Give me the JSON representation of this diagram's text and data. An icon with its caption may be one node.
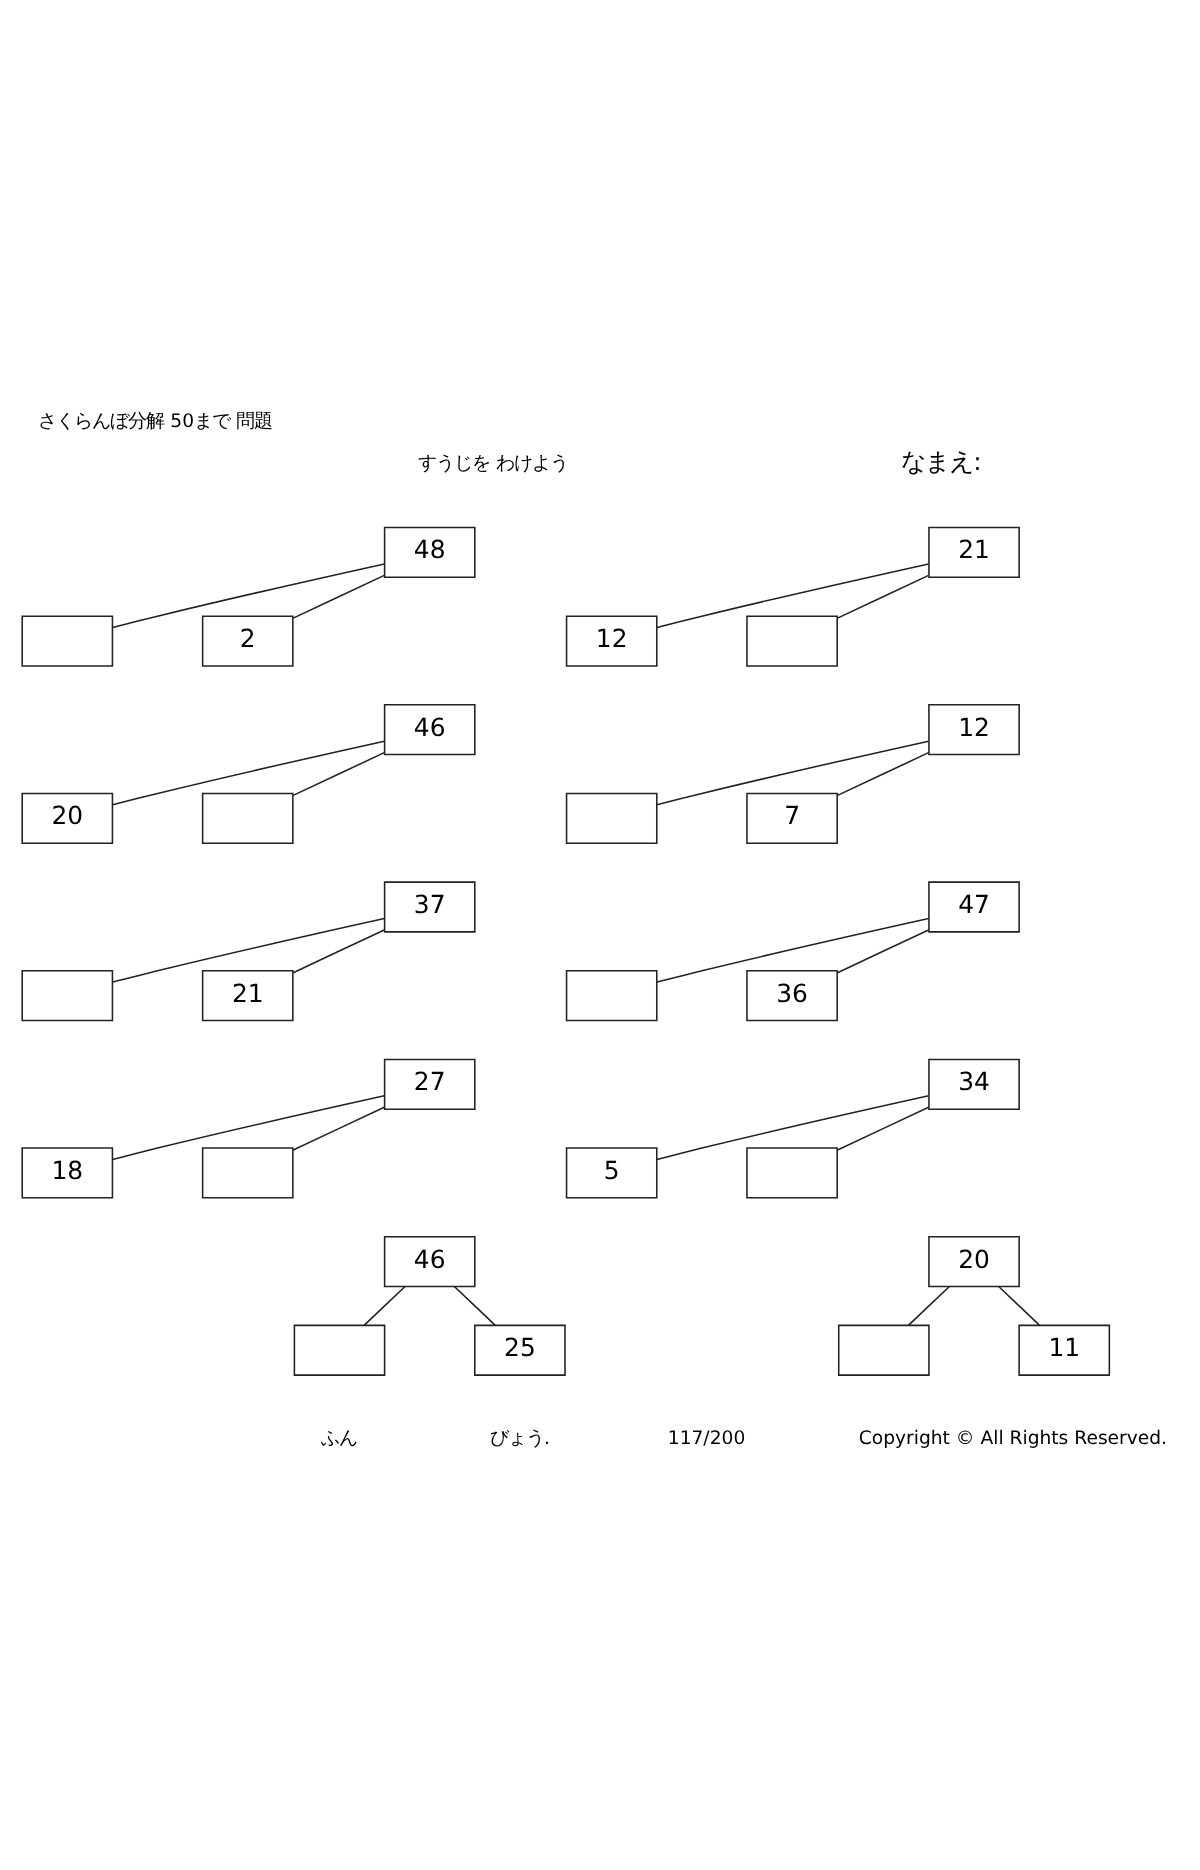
{
  "diagram": {
    "title": "さくらんぼ分解 50まで 問題",
    "nodes": [
      {
        "text": [
          "48"
        ]
      },
      {
        "text": [],
        "shape": "box"
      },
      {
        "text": [
          "2"
        ]
      },
      {
        "text": [
          "21"
        ]
      },
      {
        "text": [
          "12"
        ]
      },
      {
        "text": [],
        "shape": "box"
      },
      {
        "text": [
          "46"
        ]
      },
      {
        "text": [
          "20"
        ]
      },
      {
        "text": [],
        "shape": "box"
      },
      {
        "text": [
          "12"
        ]
      },
      {
        "text": [],
        "shape": "box"
      },
      {
        "text": [
          "7"
        ]
      },
      {
        "text": [
          "37"
        ]
      },
      {
        "text": [],
        "shape": "box"
      },
      {
        "text": [
          "21"
        ]
      },
      {
        "text": [
          "47"
        ]
      },
      {
        "text": [],
        "shape": "box"
      },
      {
        "text": [
          "36"
        ]
      },
      {
        "text": [
          "27"
        ]
      },
      {
        "text": [
          "18"
        ]
      },
      {
        "text": [],
        "shape": "box"
      },
      {
        "text": [
          "34"
        ]
      },
      {
        "text": [
          "5"
        ]
      },
      {
        "text": [],
        "shape": "box"
      },
      {
        "text": [
          "46"
        ]
      },
      {
        "text": [],
        "shape": "box"
      },
      {
        "text": [
          "25"
        ]
      },
      {
        "text": [
          "20"
        ]
      },
      {
        "text": [],
        "shape": "box"
      },
      {
        "text": [
          "11"
        ]
      }
    ],
    "edges": [
      {
        "from": 0,
        "to": 1,
        "arrow": "none"
      },
      {
        "from": 0,
        "to": 2,
        "arrow": "none"
      },
      {
        "from": 3,
        "to": 4,
        "arrow": "none"
      },
      {
        "from": 3,
        "to": 5,
        "arrow": "none"
      },
      {
        "from": 6,
        "to": 7,
        "arrow": "none"
      },
      {
        "from": 6,
        "to": 8,
        "arrow": "none"
      },
      {
        "from": 9,
        "to": 10,
        "arrow": "none"
      },
      {
        "from": 9,
        "to": 11,
        "arrow": "none"
      },
      {
        "from": 12,
        "to": 13,
        "arrow": "none"
      },
      {
        "from": 12,
        "to": 14,
        "arrow": "none"
      },
      {
        "from": 15,
        "to": 16,
        "arrow": "none"
      },
      {
        "from": 15,
        "to": 17,
        "arrow": "none"
      },
      {
        "from": 18,
        "to": 19,
        "arrow": "none"
      },
      {
        "from": 18,
        "to": 20,
        "arrow": "none"
      },
      {
        "from": 21,
        "to": 22,
        "arrow": "none"
      },
      {
        "from": 21,
        "to": 23,
        "arrow": "none"
      },
      {
        "from": 24,
        "to": 25,
        "arrow": "none"
      },
      {
        "from": 24,
        "to": 26,
        "arrow": "none"
      },
      {
        "from": 27,
        "to": 28,
        "arrow": "none"
      },
      {
        "from": 27,
        "to": 29,
        "arrow": "none"
      }
    ],
    "labels": [
      "すうじを わけよう",
      "なまえ:",
      "ふん",
      "びょう.",
      "117/200",
      "Copyright © All Rights Reserved."
    ]
  }
}
